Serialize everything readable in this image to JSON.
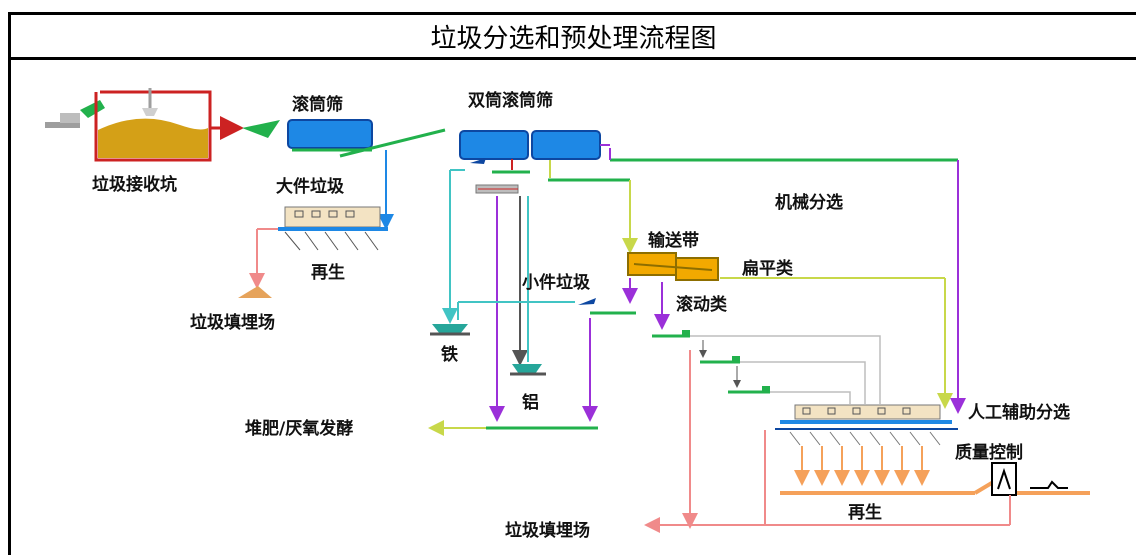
{
  "title": "垃圾分选和预处理流程图",
  "labels": {
    "receiving_pit": "垃圾接收坑",
    "trommel": "滚筒筛",
    "double_trommel": "双筒滚筒筛",
    "bulky_waste": "大件垃圾",
    "recycle_top": "再生",
    "landfill_left": "垃圾填埋场",
    "mechanical_sorting": "机械分选",
    "conveyor": "输送带",
    "flat_items": "扁平类",
    "small_waste": "小件垃圾",
    "rolling_items": "滚动类",
    "iron": "铁",
    "aluminum": "铝",
    "compost": "堆肥/厌氧发酵",
    "manual_sorting": "人工辅助分选",
    "quality_control": "质量控制",
    "recycle_bottom": "再生",
    "landfill_bottom": "垃圾填埋场"
  },
  "colors": {
    "mixed_waste_flow": "#9b30d9",
    "green_flow": "#22b14c",
    "yellow_flow": "#d4e157",
    "cyan_flow": "#41c4c4",
    "reject_flow": "#f08a8a",
    "recycle_flow": "#f5a15a",
    "pit": "#cc2222",
    "screen_body": "#1e88e5",
    "conveyor_body": "#f2a900"
  }
}
